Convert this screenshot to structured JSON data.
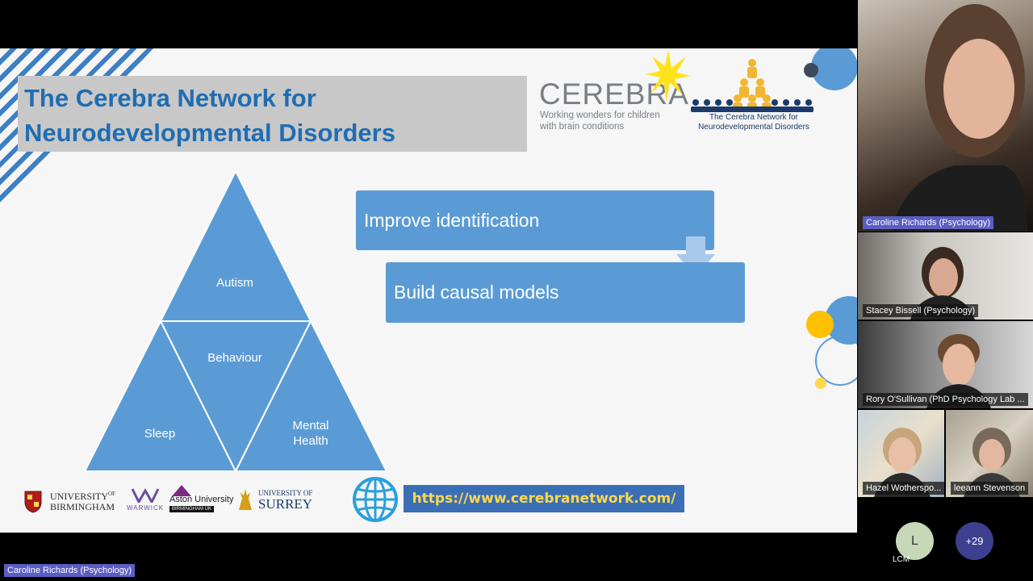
{
  "slide": {
    "title_line1": "The Cerebra Network for",
    "title_line2": "Neurodevelopmental Disorders",
    "cerebra_logo": {
      "word": "CEREBRA",
      "tagline_line1": "Working wonders for children",
      "tagline_line2": "with brain conditions"
    },
    "network_logo": {
      "line1": "The Cerebra Network for",
      "line2": "Neurodevelopmental Disorders"
    },
    "pyramid": {
      "top": "Autism",
      "center": "Behaviour",
      "left": "Sleep",
      "right_line1": "Mental",
      "right_line2": "Health"
    },
    "steps": [
      "Improve identification",
      "Build causal models"
    ],
    "url": "https://www.cerebranetwork.com/",
    "universities": {
      "birmingham_line1": "UNIVERSITY",
      "birmingham_of": "OF",
      "birmingham_line2": "BIRMINGHAM",
      "warwick": "WARWICK",
      "aston_line1": "Aston University",
      "aston_line2": "BIRMINGHAM UK",
      "surrey_line1": "UNIVERSITY OF",
      "surrey_line2": "SURREY"
    },
    "colors": {
      "accent": "#5b9bd5",
      "title": "#1f6db3",
      "url_bg": "#3a6fb5",
      "url_text": "#ffd84d"
    }
  },
  "participants": [
    {
      "name": "Caroline Richards (Psychology)",
      "active": true
    },
    {
      "name": "Stacey Bissell (Psychology)"
    },
    {
      "name": "Rory O'Sullivan (PhD Psychology Lab ..."
    },
    {
      "name": "Hazel Wotherspo..."
    },
    {
      "name": "leeann Stevenson"
    }
  ],
  "overflow": {
    "avatar_letter": "L",
    "avatar_label": "LCM",
    "more_count": "+29"
  },
  "presenter_label": "Caroline Richards (Psychology)"
}
